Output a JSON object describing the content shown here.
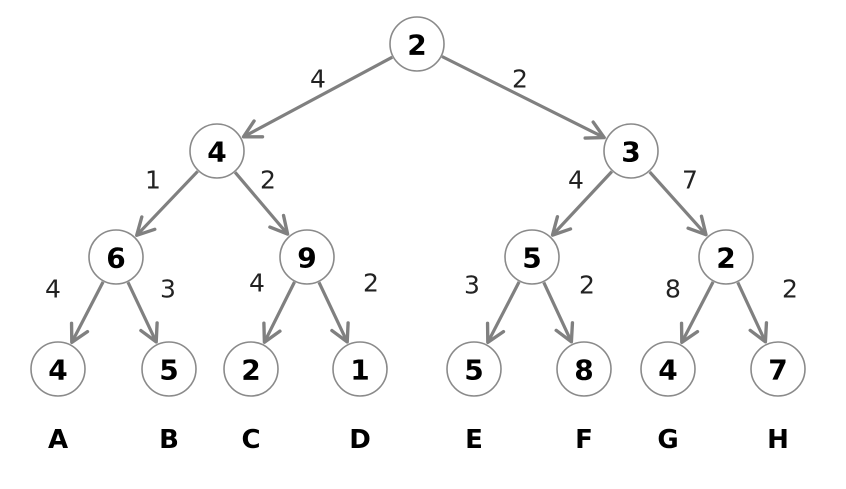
{
  "tree": {
    "nodes": [
      {
        "id": "root",
        "value": "2"
      },
      {
        "id": "l1-left",
        "value": "4"
      },
      {
        "id": "l1-right",
        "value": "3"
      },
      {
        "id": "l2-1",
        "value": "6"
      },
      {
        "id": "l2-2",
        "value": "9"
      },
      {
        "id": "l2-3",
        "value": "5"
      },
      {
        "id": "l2-4",
        "value": "2"
      },
      {
        "id": "leaf-a",
        "value": "4"
      },
      {
        "id": "leaf-b",
        "value": "5"
      },
      {
        "id": "leaf-c",
        "value": "2"
      },
      {
        "id": "leaf-d",
        "value": "1"
      },
      {
        "id": "leaf-e",
        "value": "5"
      },
      {
        "id": "leaf-f",
        "value": "8"
      },
      {
        "id": "leaf-g",
        "value": "4"
      },
      {
        "id": "leaf-h",
        "value": "7"
      }
    ],
    "edges": [
      {
        "from": "root",
        "to": "l1-left",
        "weight": "4"
      },
      {
        "from": "root",
        "to": "l1-right",
        "weight": "2"
      },
      {
        "from": "l1-left",
        "to": "l2-1",
        "weight": "1"
      },
      {
        "from": "l1-left",
        "to": "l2-2",
        "weight": "2"
      },
      {
        "from": "l1-right",
        "to": "l2-3",
        "weight": "4"
      },
      {
        "from": "l1-right",
        "to": "l2-4",
        "weight": "7"
      },
      {
        "from": "l2-1",
        "to": "leaf-a",
        "weight": "4"
      },
      {
        "from": "l2-1",
        "to": "leaf-b",
        "weight": "3"
      },
      {
        "from": "l2-2",
        "to": "leaf-c",
        "weight": "4"
      },
      {
        "from": "l2-2",
        "to": "leaf-d",
        "weight": "2"
      },
      {
        "from": "l2-3",
        "to": "leaf-e",
        "weight": "3"
      },
      {
        "from": "l2-3",
        "to": "leaf-f",
        "weight": "2"
      },
      {
        "from": "l2-4",
        "to": "leaf-g",
        "weight": "8"
      },
      {
        "from": "l2-4",
        "to": "leaf-h",
        "weight": "2"
      }
    ],
    "leaf_labels": [
      "A",
      "B",
      "C",
      "D",
      "E",
      "F",
      "G",
      "H"
    ]
  },
  "colors": {
    "edge": "#808080",
    "node_border": "#8a8a8a",
    "text": "#000000"
  }
}
